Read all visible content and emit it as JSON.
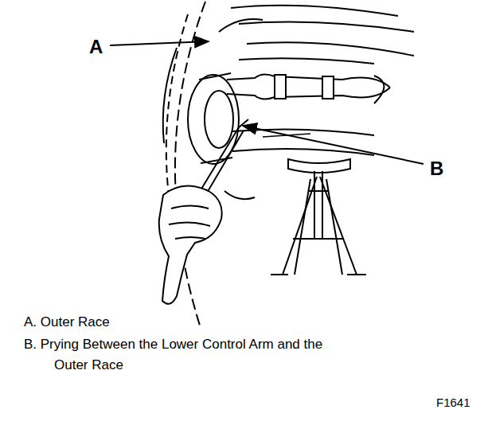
{
  "diagram": {
    "labels": [
      "A",
      "B",
      "A. Outer Race",
      "B. Prying Between the Lower Control Arm and the Outer Race",
      "F1641"
    ]
  }
}
